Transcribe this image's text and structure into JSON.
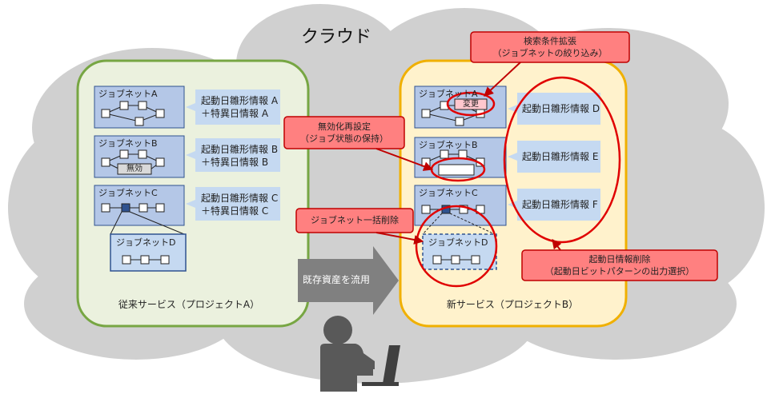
{
  "cloud": {
    "title": "クラウド"
  },
  "left_service": {
    "title": "従来サービス（プロジェクトA）",
    "jobnets": [
      {
        "name": "ジョブネットA",
        "info1": "起動日雛形情報 A",
        "info2": "＋特異日情報 A"
      },
      {
        "name": "ジョブネットB",
        "info1": "起動日雛形情報 B",
        "info2": "＋特異日情報 B",
        "disabled_label": "無効"
      },
      {
        "name": "ジョブネットC",
        "info1": "起動日雛形情報 C",
        "info2": "＋特異日情報 C"
      }
    ],
    "sub_jobnet": "ジョブネットD"
  },
  "migration_arrow": {
    "label": "既存資産を流用"
  },
  "right_service": {
    "title": "新サービス（プロジェクトB）",
    "jobnets": [
      {
        "name": "ジョブネットA",
        "info": "起動日雛形情報 D",
        "change_label": "変更"
      },
      {
        "name": "ジョブネットB",
        "info": "起動日雛形情報 E"
      },
      {
        "name": "ジョブネットC",
        "info": "起動日雛形情報 F"
      }
    ],
    "sub_jobnet": "ジョブネットD"
  },
  "callouts": {
    "search": {
      "line1": "検索条件拡張",
      "line2": "（ジョブネットの絞り込み）"
    },
    "reset": {
      "line1": "無効化再設定",
      "line2": "（ジョブ状態の保持）"
    },
    "bulk_delete": {
      "line1": "ジョブネット一括削除"
    },
    "date_delete": {
      "line1": "起動日情報削除",
      "line2": "（起動日ビットパターンの出力選択）"
    }
  },
  "colors": {
    "cloud": "#d0d0d0",
    "left_panel_bg": "#ebf1de",
    "left_panel_border": "#77a643",
    "right_panel_bg": "#fff2cc",
    "right_panel_border": "#f0b000",
    "jobnet_bg": "#b4c7e7",
    "info_bg": "#c5d9f1",
    "callout_fill": "#ff8080",
    "callout_border": "#c00000",
    "ellipse": "#e00000",
    "arrow": "#808080"
  },
  "icons": {
    "user": "user-at-laptop-icon"
  }
}
